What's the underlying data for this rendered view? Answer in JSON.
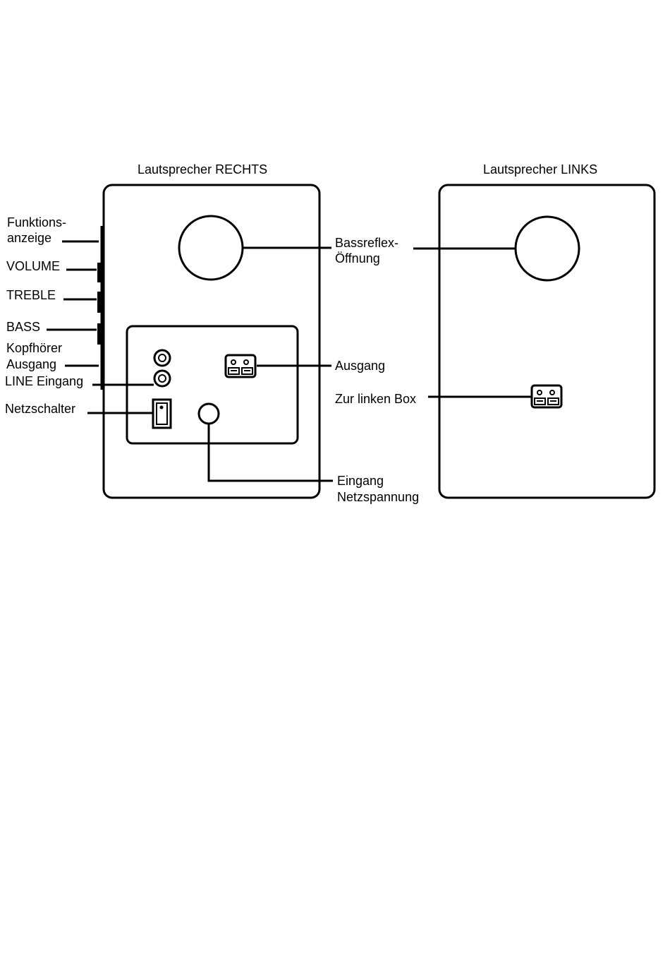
{
  "speaker_right": {
    "title": "Lautsprecher RECHTS",
    "labels": {
      "funktionsanzeige_1": "Funktions-",
      "funktionsanzeige_2": "anzeige",
      "volume": "VOLUME",
      "treble": "TREBLE",
      "bass": "BASS",
      "kopfhoerer_1": "Kopfhörer",
      "kopfhoerer_2": "Ausgang",
      "line_eingang": "LINE Eingang",
      "netzschalter": "Netzschalter",
      "bassreflex_1": "Bassreflex-",
      "bassreflex_2": "Öffnung",
      "ausgang": "Ausgang",
      "eingang_netz_1": "Eingang",
      "eingang_netz_2": "Netzspannung"
    }
  },
  "speaker_left": {
    "title": "Lautsprecher LINKS",
    "labels": {
      "zur_linken_box": "Zur linken Box"
    }
  }
}
